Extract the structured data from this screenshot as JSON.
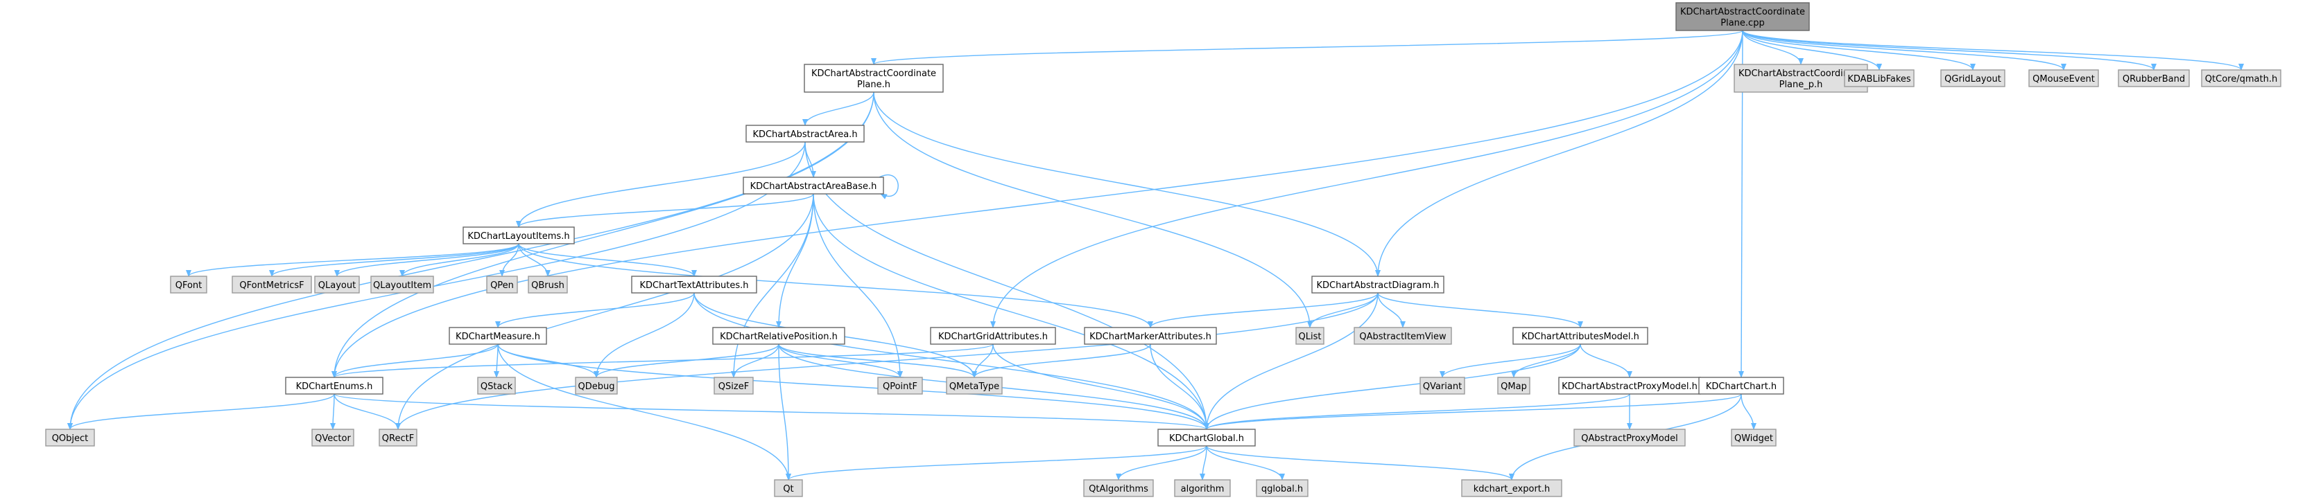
{
  "diagram": {
    "nodes": [
      {
        "id": "n0",
        "label": [
          "KDChartAbstractCoordinate",
          "Plane.cpp"
        ],
        "kind": "focus"
      },
      {
        "id": "n1",
        "label": [
          "KDChartAbstractCoordinate",
          "Plane.h"
        ],
        "kind": "local"
      },
      {
        "id": "n2",
        "label": [
          "KDChartAbstractArea.h"
        ],
        "kind": "local"
      },
      {
        "id": "n3",
        "label": [
          "KDChartAbstractAreaBase.h"
        ],
        "kind": "local"
      },
      {
        "id": "n4",
        "label": [
          "KDChartLayoutItems.h"
        ],
        "kind": "local"
      },
      {
        "id": "n5",
        "label": [
          "QFont"
        ],
        "kind": "external"
      },
      {
        "id": "n6",
        "label": [
          "QFontMetricsF"
        ],
        "kind": "external"
      },
      {
        "id": "n7",
        "label": [
          "QLayout"
        ],
        "kind": "external"
      },
      {
        "id": "n8",
        "label": [
          "QLayoutItem"
        ],
        "kind": "external"
      },
      {
        "id": "n9",
        "label": [
          "QPen"
        ],
        "kind": "external"
      },
      {
        "id": "n10",
        "label": [
          "QBrush"
        ],
        "kind": "external"
      },
      {
        "id": "n11",
        "label": [
          "KDChartTextAttributes.h"
        ],
        "kind": "local"
      },
      {
        "id": "n12",
        "label": [
          "KDChartMeasure.h"
        ],
        "kind": "local"
      },
      {
        "id": "n13",
        "label": [
          "QStack"
        ],
        "kind": "external"
      },
      {
        "id": "n14",
        "label": [
          "QDebug"
        ],
        "kind": "external"
      },
      {
        "id": "n15",
        "label": [
          "KDChartRelativePosition.h"
        ],
        "kind": "local"
      },
      {
        "id": "n16",
        "label": [
          "QSizeF"
        ],
        "kind": "external"
      },
      {
        "id": "n17",
        "label": [
          "QPointF"
        ],
        "kind": "external"
      },
      {
        "id": "n18",
        "label": [
          "QMetaType"
        ],
        "kind": "external"
      },
      {
        "id": "n19",
        "label": [
          "KDChartGridAttributes.h"
        ],
        "kind": "local"
      },
      {
        "id": "n20",
        "label": [
          "KDChartMarkerAttributes.h"
        ],
        "kind": "local"
      },
      {
        "id": "n21",
        "label": [
          "KDChartAbstractDiagram.h"
        ],
        "kind": "local"
      },
      {
        "id": "n22",
        "label": [
          "QList"
        ],
        "kind": "external"
      },
      {
        "id": "n23",
        "label": [
          "QAbstractItemView"
        ],
        "kind": "external"
      },
      {
        "id": "n24",
        "label": [
          "KDChartAttributesModel.h"
        ],
        "kind": "local"
      },
      {
        "id": "n25",
        "label": [
          "QVariant"
        ],
        "kind": "external"
      },
      {
        "id": "n26",
        "label": [
          "QMap"
        ],
        "kind": "external"
      },
      {
        "id": "n27",
        "label": [
          "KDChartAbstractProxyModel.h"
        ],
        "kind": "local"
      },
      {
        "id": "n28",
        "label": [
          "QAbstractProxyModel"
        ],
        "kind": "external"
      },
      {
        "id": "n29",
        "label": [
          "KDChartChart.h"
        ],
        "kind": "local"
      },
      {
        "id": "n30",
        "label": [
          "QWidget"
        ],
        "kind": "external"
      },
      {
        "id": "n31",
        "label": [
          "KDChartEnums.h"
        ],
        "kind": "local"
      },
      {
        "id": "n32",
        "label": [
          "QObject"
        ],
        "kind": "external"
      },
      {
        "id": "n33",
        "label": [
          "QVector"
        ],
        "kind": "external"
      },
      {
        "id": "n34",
        "label": [
          "QRectF"
        ],
        "kind": "external"
      },
      {
        "id": "n35",
        "label": [
          "KDChartGlobal.h"
        ],
        "kind": "local"
      },
      {
        "id": "n36",
        "label": [
          "Qt"
        ],
        "kind": "external"
      },
      {
        "id": "n37",
        "label": [
          "QtAlgorithms"
        ],
        "kind": "external"
      },
      {
        "id": "n38",
        "label": [
          "algorithm"
        ],
        "kind": "external"
      },
      {
        "id": "n39",
        "label": [
          "qglobal.h"
        ],
        "kind": "external"
      },
      {
        "id": "n40",
        "label": [
          "kdchart_export.h"
        ],
        "kind": "external"
      },
      {
        "id": "n41",
        "label": [
          "KDChartAbstractCoordinate",
          "Plane_p.h"
        ],
        "kind": "external"
      },
      {
        "id": "n42",
        "label": [
          "KDABLibFakes"
        ],
        "kind": "external"
      },
      {
        "id": "n43",
        "label": [
          "QGridLayout"
        ],
        "kind": "external"
      },
      {
        "id": "n44",
        "label": [
          "QMouseEvent"
        ],
        "kind": "external"
      },
      {
        "id": "n45",
        "label": [
          "QRubberBand"
        ],
        "kind": "external"
      },
      {
        "id": "n46",
        "label": [
          "QtCore/qmath.h"
        ],
        "kind": "external"
      }
    ],
    "edges": [
      [
        "n0",
        "n1"
      ],
      [
        "n0",
        "n41"
      ],
      [
        "n0",
        "n42"
      ],
      [
        "n0",
        "n43"
      ],
      [
        "n0",
        "n44"
      ],
      [
        "n0",
        "n45"
      ],
      [
        "n0",
        "n46"
      ],
      [
        "n0",
        "n21"
      ],
      [
        "n0",
        "n19"
      ],
      [
        "n0",
        "n29"
      ],
      [
        "n0",
        "n31"
      ],
      [
        "n1",
        "n2"
      ],
      [
        "n1",
        "n32"
      ],
      [
        "n1",
        "n22"
      ],
      [
        "n1",
        "n21"
      ],
      [
        "n1",
        "n31"
      ],
      [
        "n2",
        "n3"
      ],
      [
        "n2",
        "n4"
      ],
      [
        "n2",
        "n32"
      ],
      [
        "n2",
        "n35"
      ],
      [
        "n3",
        "n3"
      ],
      [
        "n3",
        "n4"
      ],
      [
        "n3",
        "n15"
      ],
      [
        "n3",
        "n16"
      ],
      [
        "n3",
        "n17"
      ],
      [
        "n3",
        "n34"
      ],
      [
        "n3",
        "n35"
      ],
      [
        "n4",
        "n5"
      ],
      [
        "n4",
        "n6"
      ],
      [
        "n4",
        "n7"
      ],
      [
        "n4",
        "n8"
      ],
      [
        "n4",
        "n9"
      ],
      [
        "n4",
        "n10"
      ],
      [
        "n4",
        "n11"
      ],
      [
        "n4",
        "n20"
      ],
      [
        "n11",
        "n12"
      ],
      [
        "n11",
        "n14"
      ],
      [
        "n11",
        "n18"
      ],
      [
        "n11",
        "n35"
      ],
      [
        "n12",
        "n13"
      ],
      [
        "n12",
        "n14"
      ],
      [
        "n12",
        "n31"
      ],
      [
        "n12",
        "n35"
      ],
      [
        "n12",
        "n36"
      ],
      [
        "n15",
        "n14"
      ],
      [
        "n15",
        "n16"
      ],
      [
        "n15",
        "n17"
      ],
      [
        "n15",
        "n18"
      ],
      [
        "n15",
        "n35"
      ],
      [
        "n15",
        "n36"
      ],
      [
        "n19",
        "n18"
      ],
      [
        "n19",
        "n31"
      ],
      [
        "n19",
        "n35"
      ],
      [
        "n20",
        "n18"
      ],
      [
        "n20",
        "n35"
      ],
      [
        "n21",
        "n20"
      ],
      [
        "n21",
        "n22"
      ],
      [
        "n21",
        "n23"
      ],
      [
        "n21",
        "n24"
      ],
      [
        "n21",
        "n34"
      ],
      [
        "n21",
        "n35"
      ],
      [
        "n24",
        "n25"
      ],
      [
        "n24",
        "n26"
      ],
      [
        "n24",
        "n27"
      ],
      [
        "n24",
        "n35"
      ],
      [
        "n27",
        "n28"
      ],
      [
        "n27",
        "n35"
      ],
      [
        "n29",
        "n30"
      ],
      [
        "n29",
        "n35"
      ],
      [
        "n29",
        "n40"
      ],
      [
        "n31",
        "n32"
      ],
      [
        "n31",
        "n33"
      ],
      [
        "n31",
        "n34"
      ],
      [
        "n31",
        "n35"
      ],
      [
        "n35",
        "n36"
      ],
      [
        "n35",
        "n37"
      ],
      [
        "n35",
        "n38"
      ],
      [
        "n35",
        "n39"
      ],
      [
        "n35",
        "n40"
      ]
    ]
  }
}
